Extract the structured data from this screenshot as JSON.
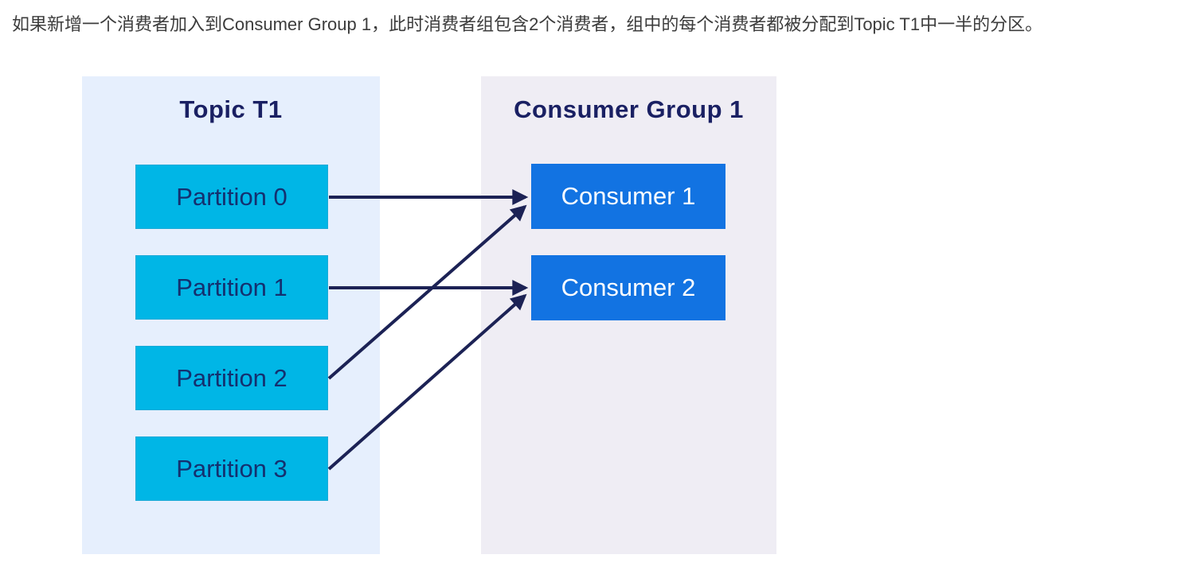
{
  "description": "如果新增一个消费者加入到Consumer Group 1，此时消费者组包含2个消费者，组中的每个消费者都被分配到Topic T1中一半的分区。",
  "colors": {
    "topic-bg": "#e6effd",
    "group-bg": "#efedf4",
    "partition-fill": "#00b6e6",
    "consumer-fill": "#1273e2",
    "navy": "#1a2063",
    "arrow": "#1c2255",
    "text": "#3c3c3c"
  },
  "topic_panel": {
    "title": "Topic T1",
    "partitions": [
      "Partition 0",
      "Partition 1",
      "Partition 2",
      "Partition 3"
    ]
  },
  "consumer_group_panel": {
    "title": "Consumer Group 1",
    "consumers": [
      "Consumer 1",
      "Consumer 2"
    ]
  },
  "assignments": [
    {
      "from": "Partition 0",
      "to": "Consumer 1"
    },
    {
      "from": "Partition 1",
      "to": "Consumer 2"
    },
    {
      "from": "Partition 2",
      "to": "Consumer 1"
    },
    {
      "from": "Partition 3",
      "to": "Consumer 2"
    }
  ]
}
